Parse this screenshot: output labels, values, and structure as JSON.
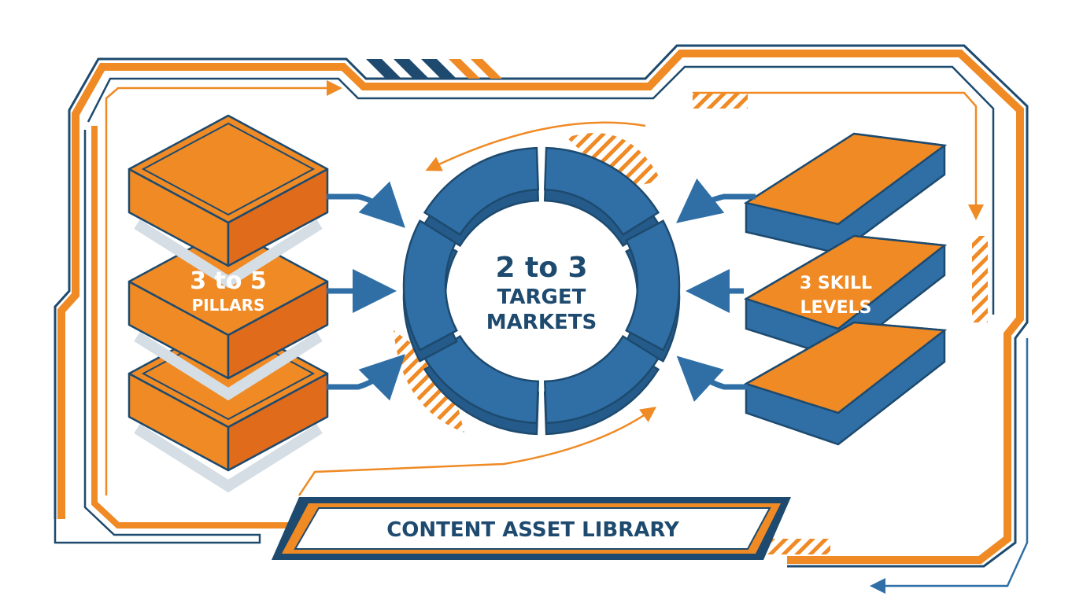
{
  "pillars": {
    "line1": "3 to 5",
    "line2": "PILLARS"
  },
  "markets": {
    "line1": "2 to 3",
    "line2": "TARGET",
    "line3": "MARKETS"
  },
  "skills": {
    "line1": "3 SKILL",
    "line2": "LEVELS"
  },
  "library": {
    "label": "CONTENT ASSET LIBRARY"
  },
  "colors": {
    "orange": "#ef8a25",
    "dark_orange": "#e06b1a",
    "blue": "#2f6fa6",
    "navy": "#1d4a6e"
  }
}
